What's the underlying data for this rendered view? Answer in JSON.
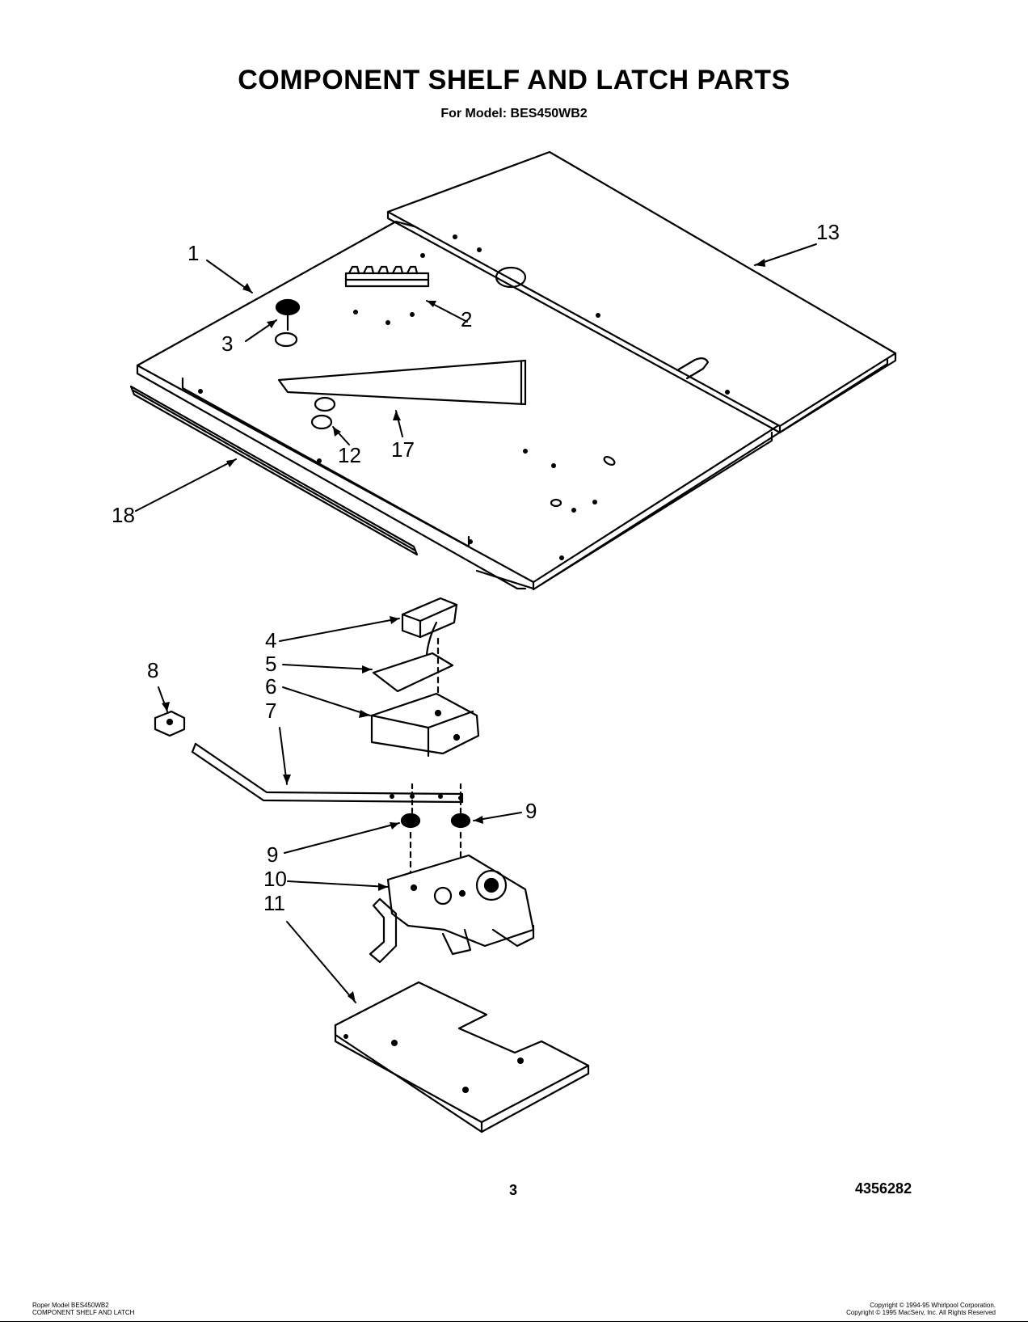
{
  "header": {
    "title": "COMPONENT SHELF AND LATCH PARTS",
    "subtitle": "For Model: BES450WB2"
  },
  "callouts": {
    "c1": "1",
    "c2": "2",
    "c3": "3",
    "c4": "4",
    "c5": "5",
    "c6": "6",
    "c7": "7",
    "c8": "8",
    "c9a": "9",
    "c9b": "9",
    "c10": "10",
    "c11": "11",
    "c12": "12",
    "c13": "13",
    "c17": "17",
    "c18": "18"
  },
  "footer": {
    "page_number": "3",
    "document_number": "4356282",
    "left_line1": "Roper Model BES450WB2",
    "left_line2": "COMPONENT SHELF AND LATCH",
    "right_line1": "Copyright © 1994-95 Whirlpool Corporation.",
    "right_line2": "Copyright © 1995 MacServ, Inc.  All Rights Reserved"
  }
}
